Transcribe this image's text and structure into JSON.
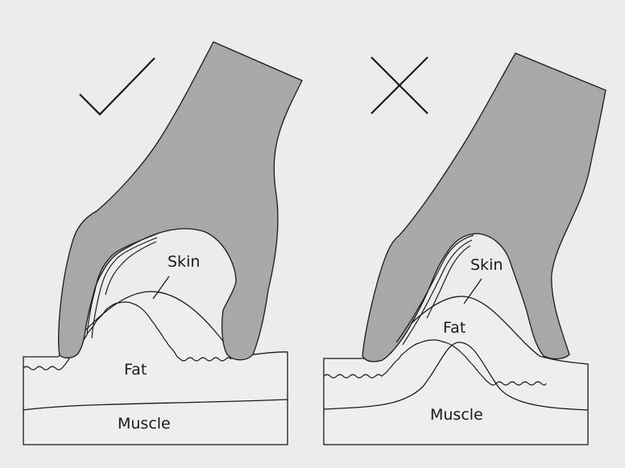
{
  "colors": {
    "background": "#ebedea",
    "hand": "#a7a8aa",
    "tissue": "#edefec",
    "line": "#1a1a1a"
  },
  "correct_panel": {
    "mark_icon": "check-mark-icon",
    "labels": {
      "skin": "Skin",
      "fat": "Fat",
      "muscle": "Muscle"
    }
  },
  "incorrect_panel": {
    "mark_icon": "cross-mark-icon",
    "labels": {
      "skin": "Skin",
      "fat": "Fat",
      "muscle": "Muscle"
    }
  }
}
